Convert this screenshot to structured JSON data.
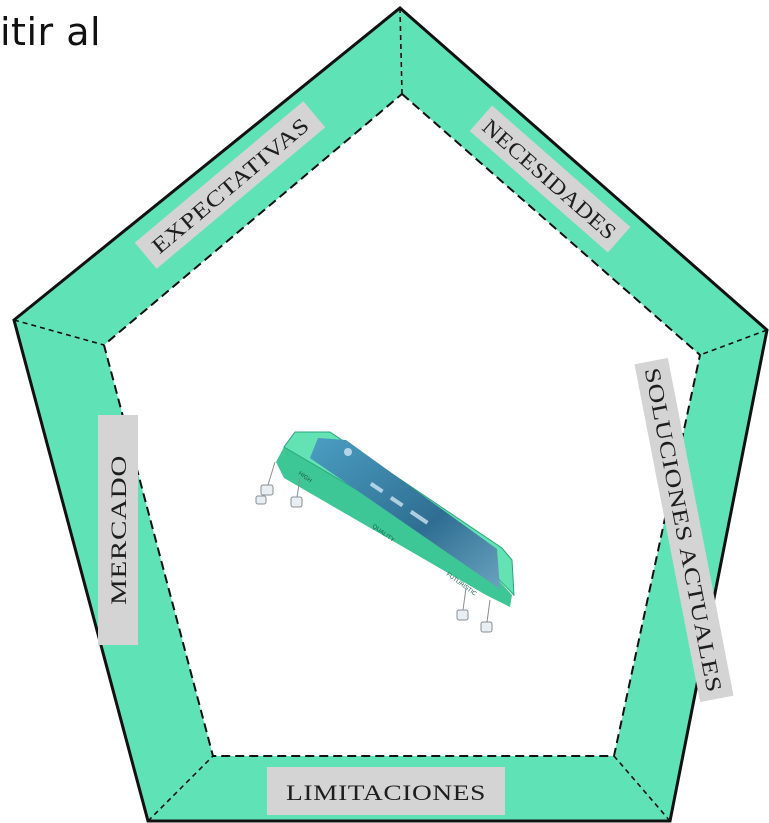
{
  "fragment_text": "itir al",
  "colors": {
    "band": "#5fe3b6",
    "outline": "#111111",
    "label_box": "#d4d4d4",
    "phone_body": "#63e2b4",
    "phone_screen": "#3d6e8c"
  },
  "labels": {
    "top_right": "NECESIDADES",
    "top_left": "EXPECTATIVAS",
    "right": "SOLUCIONES ACTUALES",
    "left": "MERCADO",
    "bottom": "LIMITACIONES"
  },
  "center_image": {
    "icon": "smartphone-icon",
    "caption_words": [
      "HIGH",
      "QUALITY",
      "FUTURISTIC"
    ]
  }
}
